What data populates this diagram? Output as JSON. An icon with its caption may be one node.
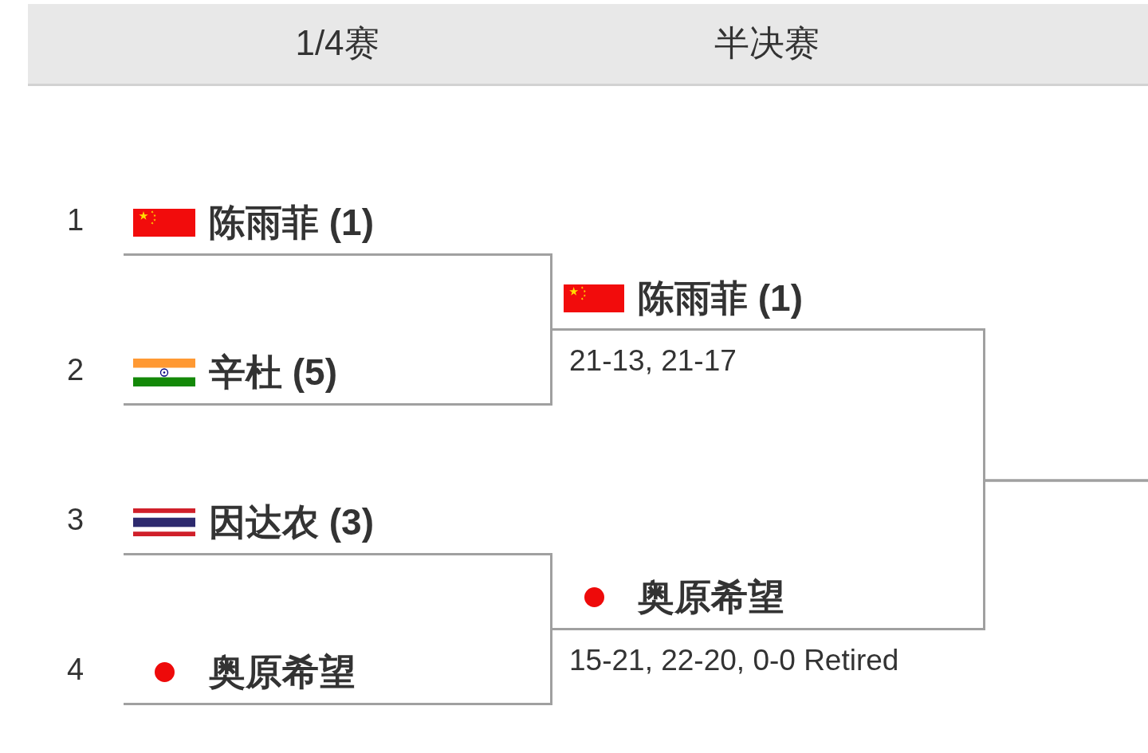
{
  "diagram": {
    "nodes": [
      {
        "text": [
          "1/4赛",
          "半决赛"
        ]
      },
      {
        "text": [
          "陈雨菲 (1)"
        ],
        "beside": [
          "1"
        ]
      },
      {
        "text": [
          "辛杜 (5)"
        ],
        "beside": [
          "2"
        ]
      },
      {
        "text": [
          "因达农 (3)"
        ],
        "beside": [
          "3"
        ]
      },
      {
        "text": [
          "奥原希望"
        ],
        "beside": [
          "4"
        ]
      },
      {
        "text": [
          "陈雨菲 (1)"
        ],
        "beside": [
          "21-13, 21-17"
        ]
      },
      {
        "text": [
          "奥原希望"
        ],
        "beside": [
          "15-21, 22-20, 0-0 Retired"
        ]
      }
    ],
    "edges": [
      {
        "from": 1,
        "to": 5,
        "arrow": "none"
      },
      {
        "from": 2,
        "to": 5,
        "arrow": "none"
      },
      {
        "from": 3,
        "to": 6,
        "arrow": "none"
      },
      {
        "from": 4,
        "to": 6,
        "arrow": "none"
      },
      {
        "from": 5,
        "to": null,
        "arrow": "none"
      },
      {
        "from": 6,
        "to": null,
        "arrow": "none"
      }
    ]
  }
}
